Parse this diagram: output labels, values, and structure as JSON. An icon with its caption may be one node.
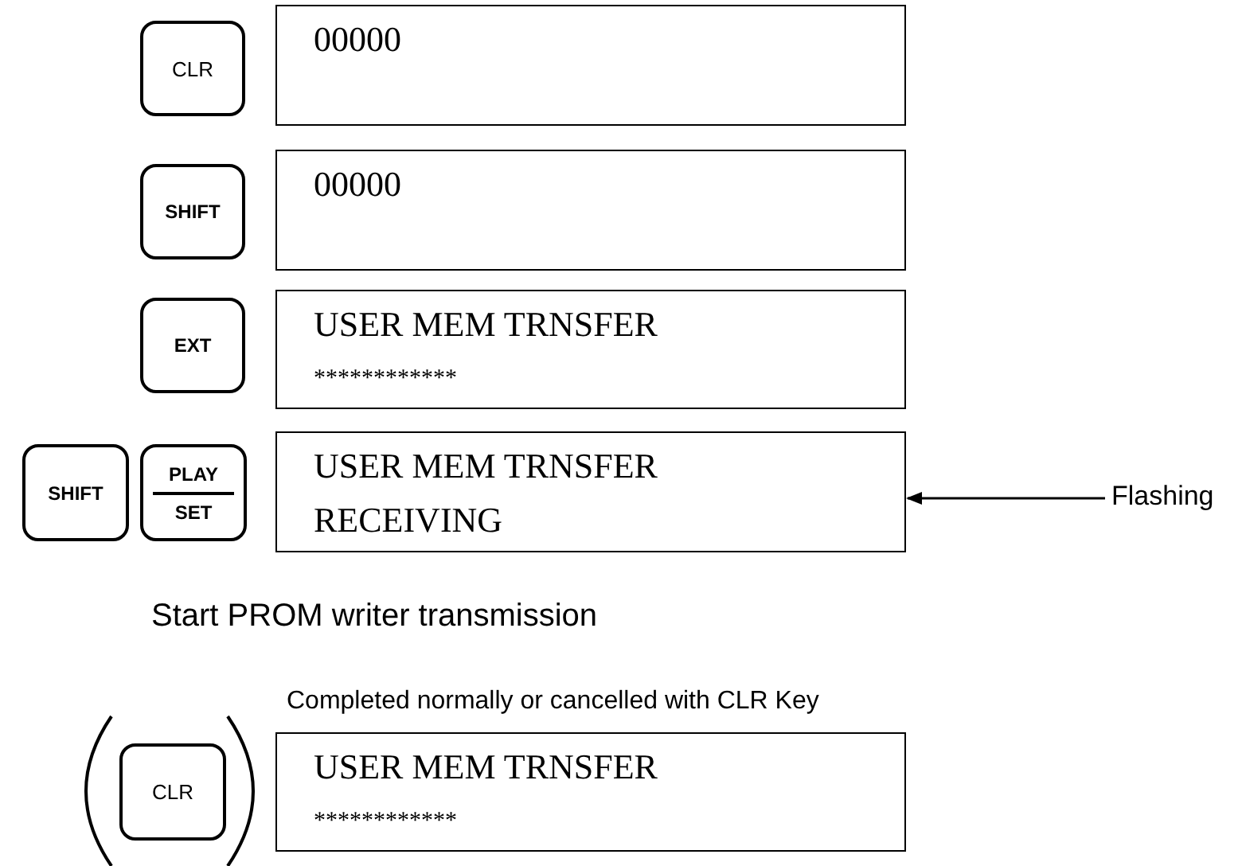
{
  "diagram": {
    "nodes": [
      {
        "text": [
          "CLR"
        ]
      },
      {
        "text": [
          "00000"
        ]
      },
      {
        "text": [
          "SHIFT"
        ]
      },
      {
        "text": [
          "00000"
        ]
      },
      {
        "text": [
          "EXT"
        ]
      },
      {
        "text": [
          "USER MEM TRNSFER",
          "************"
        ]
      },
      {
        "text": [
          "SHIFT"
        ]
      },
      {
        "text": [
          "PLAY",
          "SET"
        ]
      },
      {
        "text": [
          "USER MEM TRNSFER",
          "RECEIVING"
        ]
      },
      {
        "text": [
          "Flashing"
        ]
      },
      {
        "text": [
          "CLR"
        ]
      },
      {
        "text": [
          "USER MEM TRNSFER",
          "************"
        ]
      }
    ],
    "edges": [
      {
        "from": 9,
        "to": 8,
        "arrow": "to"
      }
    ],
    "labels": [
      "Start PROM writer transmission",
      "Completed normally or cancelled with CLR Key"
    ]
  }
}
